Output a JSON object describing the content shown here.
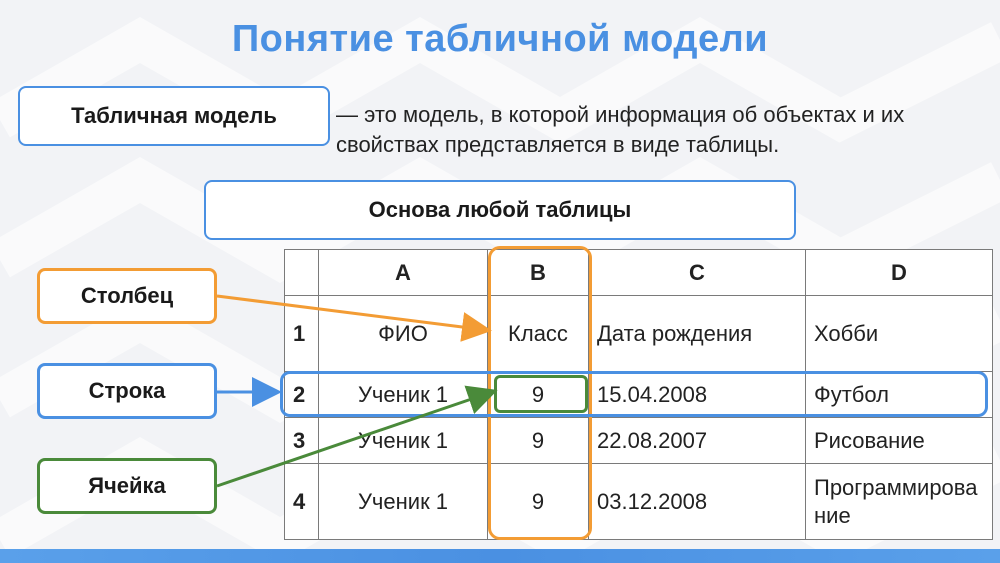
{
  "title": "Понятие табличной модели",
  "definition": {
    "term": "Табличная модель",
    "text": "— это модель, в которой информация об объектах и их свойствах представляется в виде таблицы."
  },
  "basis": "Основа любой таблицы",
  "labels": {
    "column": "Столбец",
    "row": "Строка",
    "cell": "Ячейка"
  },
  "table": {
    "col_headers": [
      "A",
      "B",
      "C",
      "D"
    ],
    "rows": [
      {
        "num": "1",
        "cells": [
          "ФИО",
          "Класс",
          "Дата рождения",
          "Хобби"
        ]
      },
      {
        "num": "2",
        "cells": [
          "Ученик 1",
          "9",
          "15.04.2008",
          "Футбол"
        ]
      },
      {
        "num": "3",
        "cells": [
          "Ученик 1",
          "9",
          "22.08.2007",
          "Рисование"
        ]
      },
      {
        "num": "4",
        "cells": [
          "Ученик 1",
          "9",
          "03.12.2008",
          "Программирование"
        ]
      }
    ]
  },
  "colors": {
    "accent_blue": "#4a90e2",
    "column_orange": "#f39c34",
    "cell_green": "#4a8a3a"
  }
}
